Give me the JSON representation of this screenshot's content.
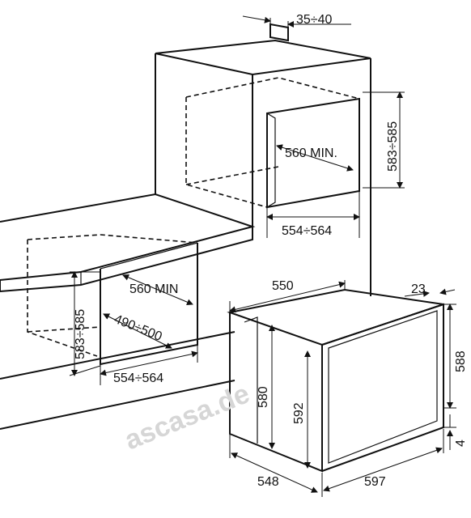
{
  "watermark": "ascasa.de",
  "dimensions": {
    "top_gap": "35÷40",
    "column_height": "583÷585",
    "column_depth_min": "560 MIN.",
    "column_width": "554÷564",
    "under_depth_min": "560 MIN",
    "under_height": "583÷585",
    "under_inner_depth": "490÷500",
    "under_width": "554÷564",
    "oven_depth": "550",
    "oven_front_thick": "23",
    "oven_height_front": "588",
    "oven_body_height": "580",
    "oven_inner_height": "592",
    "oven_bottom_gap": "4",
    "oven_body_width": "548",
    "oven_front_width": "597"
  },
  "colors": {
    "line": "#111111",
    "watermark": "#d6d6d6"
  }
}
